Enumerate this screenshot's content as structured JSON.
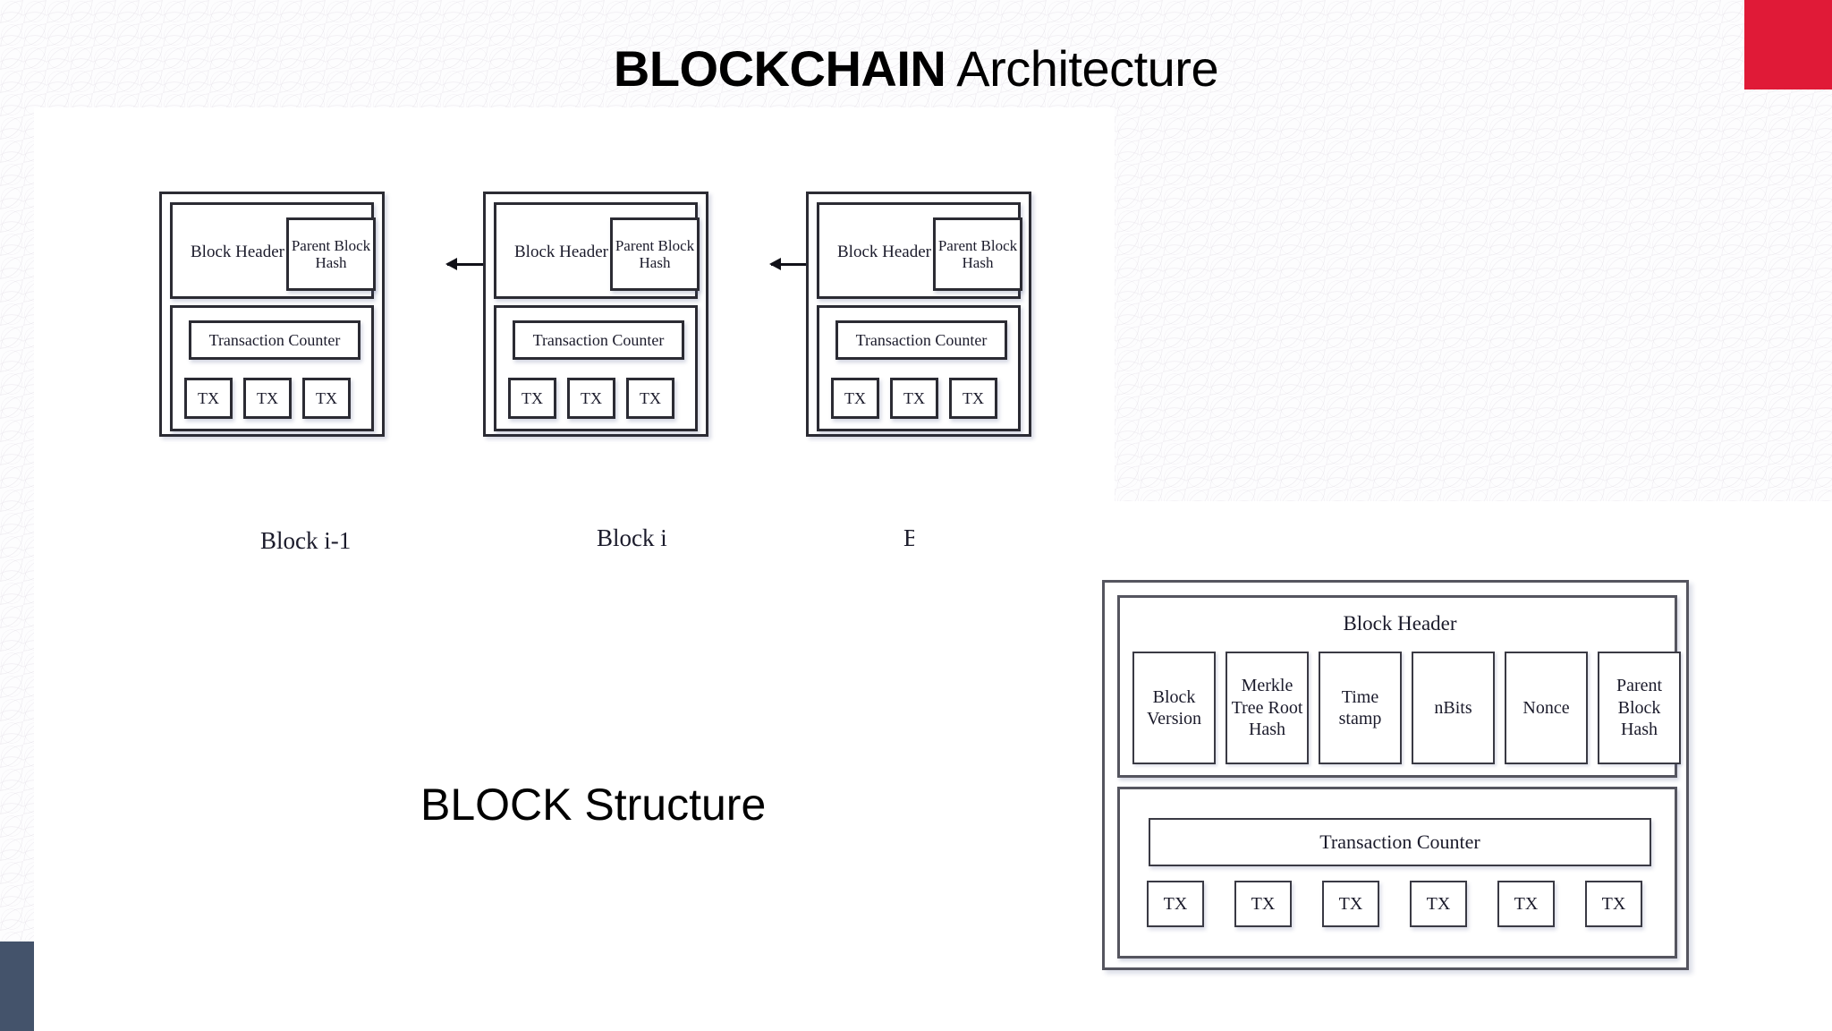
{
  "slide": {
    "title_strong": "BLOCKCHAIN",
    "title_light": " Architecture",
    "structure_caption": "BLOCK Structure",
    "accent_red": "#E01A37",
    "accent_navy": "#44536B"
  },
  "chain": {
    "blocks": [
      {
        "caption": "Block i-1",
        "header_label": "Block Header",
        "parent_hash_label": "Parent Block Hash",
        "tx_counter_label": "Transaction Counter",
        "transactions": [
          "TX",
          "TX",
          "TX"
        ]
      },
      {
        "caption": "Block i",
        "header_label": "Block Header",
        "parent_hash_label": "Parent Block Hash",
        "tx_counter_label": "Transaction Counter",
        "transactions": [
          "TX",
          "TX",
          "TX"
        ]
      },
      {
        "caption": "B",
        "header_label": "Block Header",
        "parent_hash_label": "Parent Block Hash",
        "tx_counter_label": "Transaction Counter",
        "transactions": [
          "TX",
          "TX",
          "TX"
        ]
      }
    ],
    "arrow_icon": "arrow-left-icon"
  },
  "detail": {
    "header_title": "Block Header",
    "header_fields": [
      "Block Version",
      "Merkle Tree Root Hash",
      "Time stamp",
      "nBits",
      "Nonce",
      "Parent Block Hash"
    ],
    "tx_counter_label": "Transaction Counter",
    "transactions": [
      "TX",
      "TX",
      "TX",
      "TX",
      "TX",
      "TX"
    ]
  }
}
